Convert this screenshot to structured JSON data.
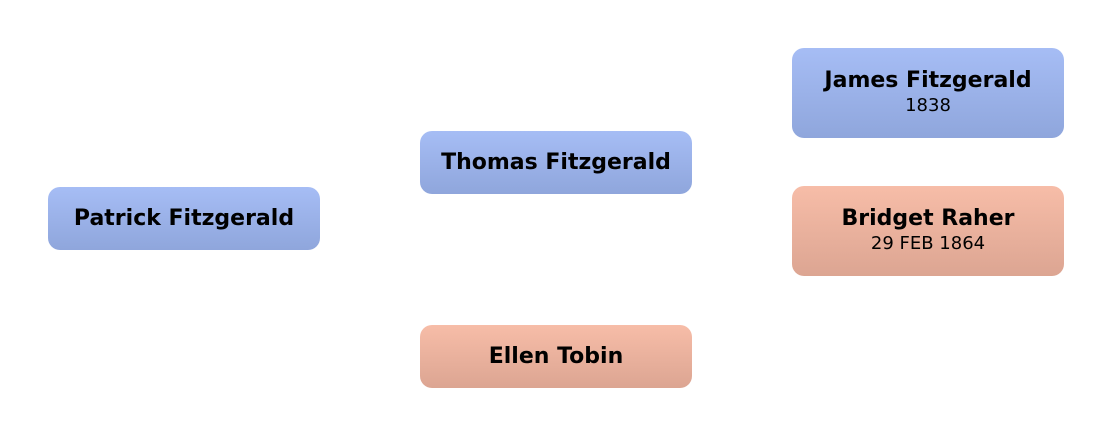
{
  "tree": {
    "root": {
      "name": "Patrick Fitzgerald",
      "gender_color": "#9fb6ee"
    },
    "father": {
      "name": "Thomas Fitzgerald",
      "gender_color": "#9fb6ee"
    },
    "mother": {
      "name": "Ellen Tobin",
      "gender_color": "#f2b7a3"
    },
    "paternal_grandfather": {
      "name": "James Fitzgerald",
      "date": "1838",
      "gender_color": "#9fb6ee"
    },
    "paternal_grandmother": {
      "name": "Bridget Raher",
      "date": "29 FEB 1864",
      "gender_color": "#f2b7a3"
    }
  }
}
